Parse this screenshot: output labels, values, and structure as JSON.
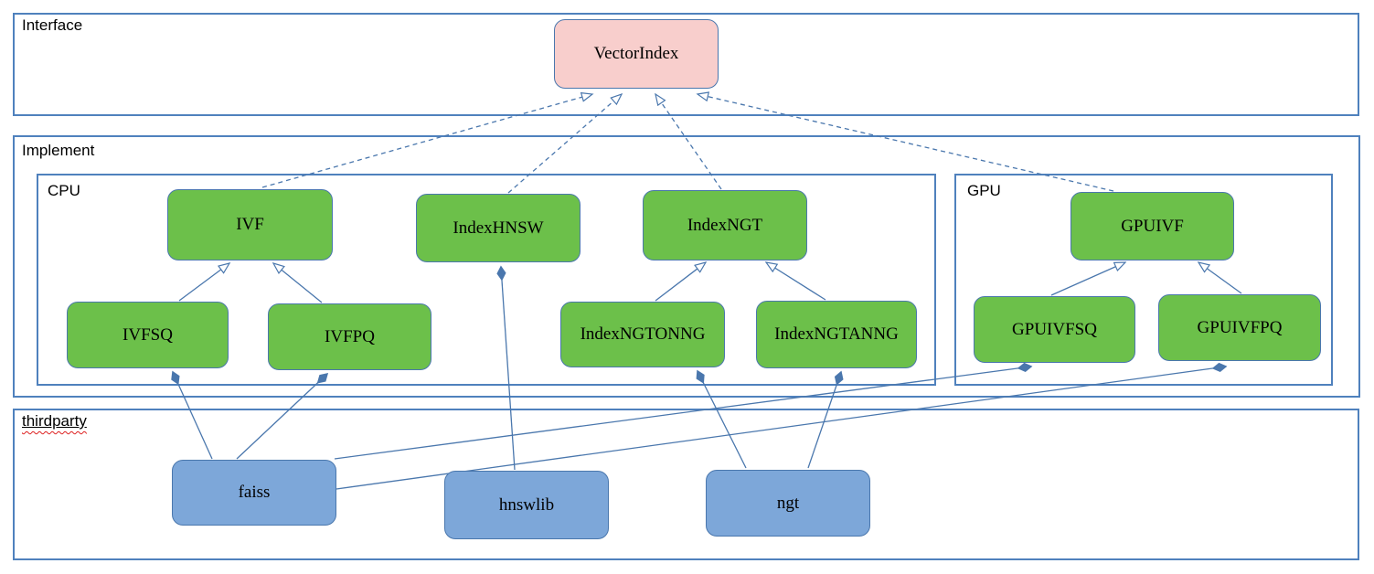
{
  "colors": {
    "node_green": "#6cc04a",
    "node_blue": "#7da7d9",
    "node_pink": "#f8cecc",
    "connector_blue": "#4a77ad",
    "container_border_blue": "#4f81bd",
    "text": "#000000",
    "spellcheck_underline_red": "#dd1f1f"
  },
  "containers": {
    "interface": {
      "label": "Interface"
    },
    "implement": {
      "label": "Implement"
    },
    "cpu": {
      "label": "CPU"
    },
    "gpu": {
      "label": "GPU"
    },
    "thirdparty": {
      "label": "thirdparty"
    }
  },
  "nodes": {
    "vectorindex": {
      "label": "VectorIndex"
    },
    "ivf": {
      "label": "IVF"
    },
    "indexhnsw": {
      "label": "IndexHNSW"
    },
    "indexngt": {
      "label": "IndexNGT"
    },
    "gpuivf": {
      "label": "GPUIVF"
    },
    "ivfsq": {
      "label": "IVFSQ"
    },
    "ivfpq": {
      "label": "IVFPQ"
    },
    "indexngtonng": {
      "label": "IndexNGTONNG"
    },
    "indexngtanng": {
      "label": "IndexNGTANNG"
    },
    "gpuivfsq": {
      "label": "GPUIVFSQ"
    },
    "gpuivfpq": {
      "label": "GPUIVFPQ"
    },
    "faiss": {
      "label": "faiss"
    },
    "hnswlib": {
      "label": "hnswlib"
    },
    "ngt": {
      "label": "ngt"
    }
  },
  "edges": [
    {
      "from": "IVF",
      "to": "VectorIndex",
      "type": "realization",
      "style": "dashed-hollow-arrow"
    },
    {
      "from": "IndexHNSW",
      "to": "VectorIndex",
      "type": "realization",
      "style": "dashed-hollow-arrow"
    },
    {
      "from": "IndexNGT",
      "to": "VectorIndex",
      "type": "realization",
      "style": "dashed-hollow-arrow"
    },
    {
      "from": "GPUIVF",
      "to": "VectorIndex",
      "type": "realization",
      "style": "dashed-hollow-arrow"
    },
    {
      "from": "IVFSQ",
      "to": "IVF",
      "type": "generalization",
      "style": "solid-hollow-arrow"
    },
    {
      "from": "IVFPQ",
      "to": "IVF",
      "type": "generalization",
      "style": "solid-hollow-arrow"
    },
    {
      "from": "IndexNGTONNG",
      "to": "IndexNGT",
      "type": "generalization",
      "style": "solid-hollow-arrow"
    },
    {
      "from": "IndexNGTANNG",
      "to": "IndexNGT",
      "type": "generalization",
      "style": "solid-hollow-arrow"
    },
    {
      "from": "GPUIVFSQ",
      "to": "GPUIVF",
      "type": "generalization",
      "style": "solid-hollow-arrow"
    },
    {
      "from": "GPUIVFPQ",
      "to": "GPUIVF",
      "type": "generalization",
      "style": "solid-hollow-arrow"
    },
    {
      "from": "faiss",
      "to": "IVFSQ",
      "type": "composition",
      "style": "solid-filled-diamond"
    },
    {
      "from": "faiss",
      "to": "IVFPQ",
      "type": "composition",
      "style": "solid-filled-diamond"
    },
    {
      "from": "faiss",
      "to": "GPUIVFSQ",
      "type": "composition",
      "style": "solid-filled-diamond"
    },
    {
      "from": "faiss",
      "to": "GPUIVFPQ",
      "type": "composition",
      "style": "solid-filled-diamond"
    },
    {
      "from": "hnswlib",
      "to": "IndexHNSW",
      "type": "composition",
      "style": "solid-filled-diamond"
    },
    {
      "from": "ngt",
      "to": "IndexNGTONNG",
      "type": "composition",
      "style": "solid-filled-diamond"
    },
    {
      "from": "ngt",
      "to": "IndexNGTANNG",
      "type": "composition",
      "style": "solid-filled-diamond"
    }
  ]
}
